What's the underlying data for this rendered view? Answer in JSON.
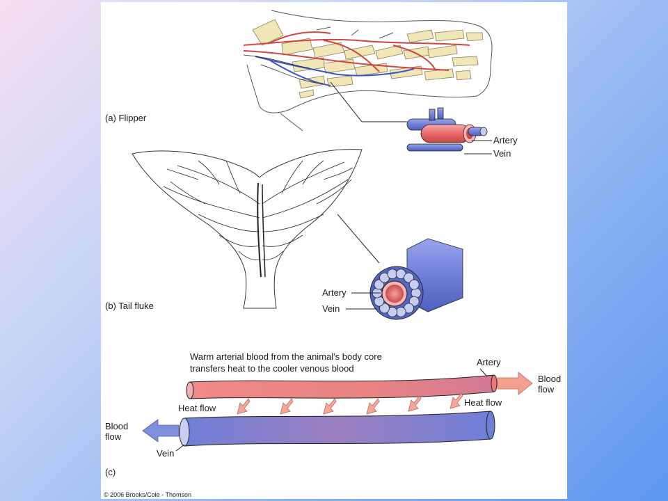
{
  "panels": {
    "flipper": {
      "caption": "(a) Flipper",
      "artery_label": "Artery",
      "vein_label": "Vein"
    },
    "tail": {
      "caption": "(b) Tail fluke",
      "artery_label": "Artery",
      "vein_label": "Vein"
    },
    "exchange": {
      "caption": "(c)",
      "description_line1": "Warm arterial blood from the animal's body core",
      "description_line2": "transfers heat to the cooler venous blood",
      "artery_label": "Artery",
      "vein_label": "Vein",
      "heat_flow_left": "Heat flow",
      "heat_flow_right": "Heat flow",
      "blood_flow_right_line1": "Blood",
      "blood_flow_right_line2": "flow",
      "blood_flow_left_line1": "Blood",
      "blood_flow_left_line2": "flow"
    }
  },
  "copyright": "© 2006 Brooks/Cole - Thomson",
  "colors": {
    "artery": "#e86a6a",
    "vein": "#6f7fd8",
    "arrow": "#f4a79a",
    "outline": "#222222"
  }
}
